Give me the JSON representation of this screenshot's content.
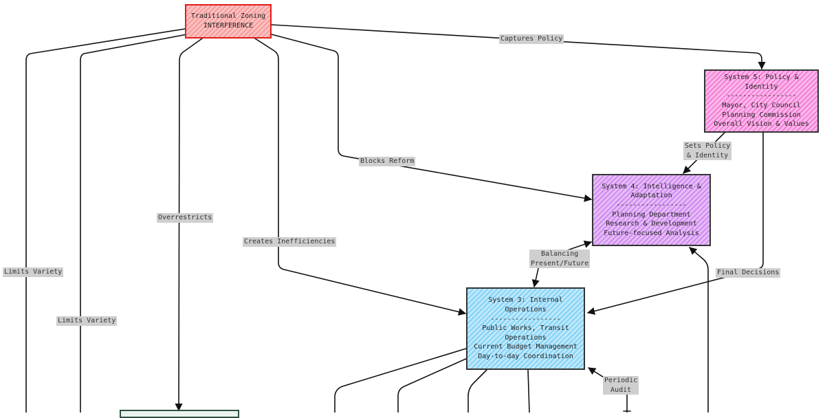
{
  "nodes": {
    "traditional_zoning": [
      "Traditional Zoning",
      "INTERFERENCE"
    ],
    "system5": [
      "System 5: Policy & Identity",
      "-----------------",
      "Mayor, City Council",
      "Planning Commission",
      "Overall Vision & Values"
    ],
    "system4": [
      "System 4: Intelligence &",
      "Adaptation",
      "-----------------",
      "Planning Department",
      "Research & Development",
      "Future-focused Analysis"
    ],
    "system3": [
      "System 3: Internal",
      "Operations",
      "-----------------",
      "Public Works, Transit",
      "Operations",
      "Current Budget Management",
      "Day-to-day Coordination"
    ]
  },
  "edges": {
    "captures_policy": [
      "Captures Policy"
    ],
    "sets_policy": [
      "Sets Policy",
      "& Identity"
    ],
    "blocks_reform": [
      "Blocks Reform"
    ],
    "overrestricts": [
      "Overrestricts"
    ],
    "creates_inefficiencies": [
      "Creates Inefficiencies"
    ],
    "limits_variety_1": [
      "Limits Variety"
    ],
    "limits_variety_2": [
      "Limits Variety"
    ],
    "balancing": [
      "Balancing",
      "Present/Future"
    ],
    "final_decisions": [
      "Final Decisions"
    ],
    "periodic_audit": [
      "Periodic",
      "Audit"
    ]
  },
  "colors": {
    "zoning_border": "#e01b1b",
    "system5_fill": "#f37fd6",
    "system4_fill": "#cf8af0",
    "system3_fill": "#83d2f6",
    "edge_label_bg": "#cfcfcf"
  }
}
